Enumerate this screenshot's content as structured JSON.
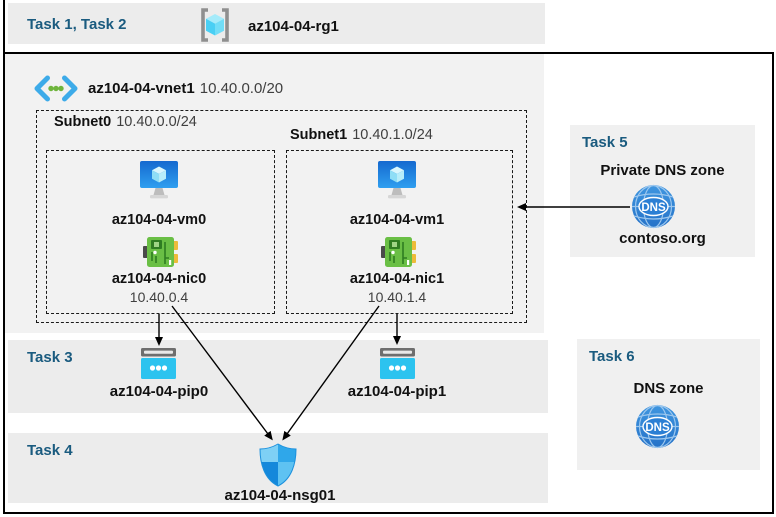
{
  "colors": {
    "task_label": "#1a5b7f",
    "band_bg": "#ececec",
    "panel_bg": "#f0f0f0",
    "vnet_bg": "#f2f2f2",
    "muted_text": "#404040",
    "vm_blue": "#1f7fdc",
    "nic_green": "#6abf45",
    "pip_cyan": "#2cc3ef",
    "dns_blue": "#2b7fd4"
  },
  "top_band": {
    "task_label": "Task 1, Task 2",
    "resource_group": {
      "icon": "resource-group-icon",
      "name": "az104-04-rg1"
    }
  },
  "vnet": {
    "icon": "virtual-network-icon",
    "name": "az104-04-vnet1",
    "cidr": "10.40.0.0/20",
    "subnets": [
      {
        "name": "Subnet0",
        "cidr": "10.40.0.0/24",
        "vm": {
          "icon": "virtual-machine-icon",
          "name": "az104-04-vm0"
        },
        "nic": {
          "icon": "network-interface-icon",
          "name": "az104-04-nic0",
          "ip": "10.40.0.4"
        }
      },
      {
        "name": "Subnet1",
        "cidr": "10.40.1.0/24",
        "vm": {
          "icon": "virtual-machine-icon",
          "name": "az104-04-vm1"
        },
        "nic": {
          "icon": "network-interface-icon",
          "name": "az104-04-nic1",
          "ip": "10.40.1.4"
        }
      }
    ]
  },
  "task3": {
    "label": "Task 3",
    "pips": [
      {
        "icon": "public-ip-icon",
        "name": "az104-04-pip0"
      },
      {
        "icon": "public-ip-icon",
        "name": "az104-04-pip1"
      }
    ]
  },
  "task4": {
    "label": "Task 4",
    "nsg": {
      "icon": "nsg-shield-icon",
      "name": "az104-04-nsg01"
    }
  },
  "task5": {
    "label": "Task 5",
    "title": "Private DNS zone",
    "dns_icon_text": "DNS",
    "zone_name": "contoso.org"
  },
  "task6": {
    "label": "Task 6",
    "title": "DNS zone",
    "dns_icon_text": "DNS"
  }
}
